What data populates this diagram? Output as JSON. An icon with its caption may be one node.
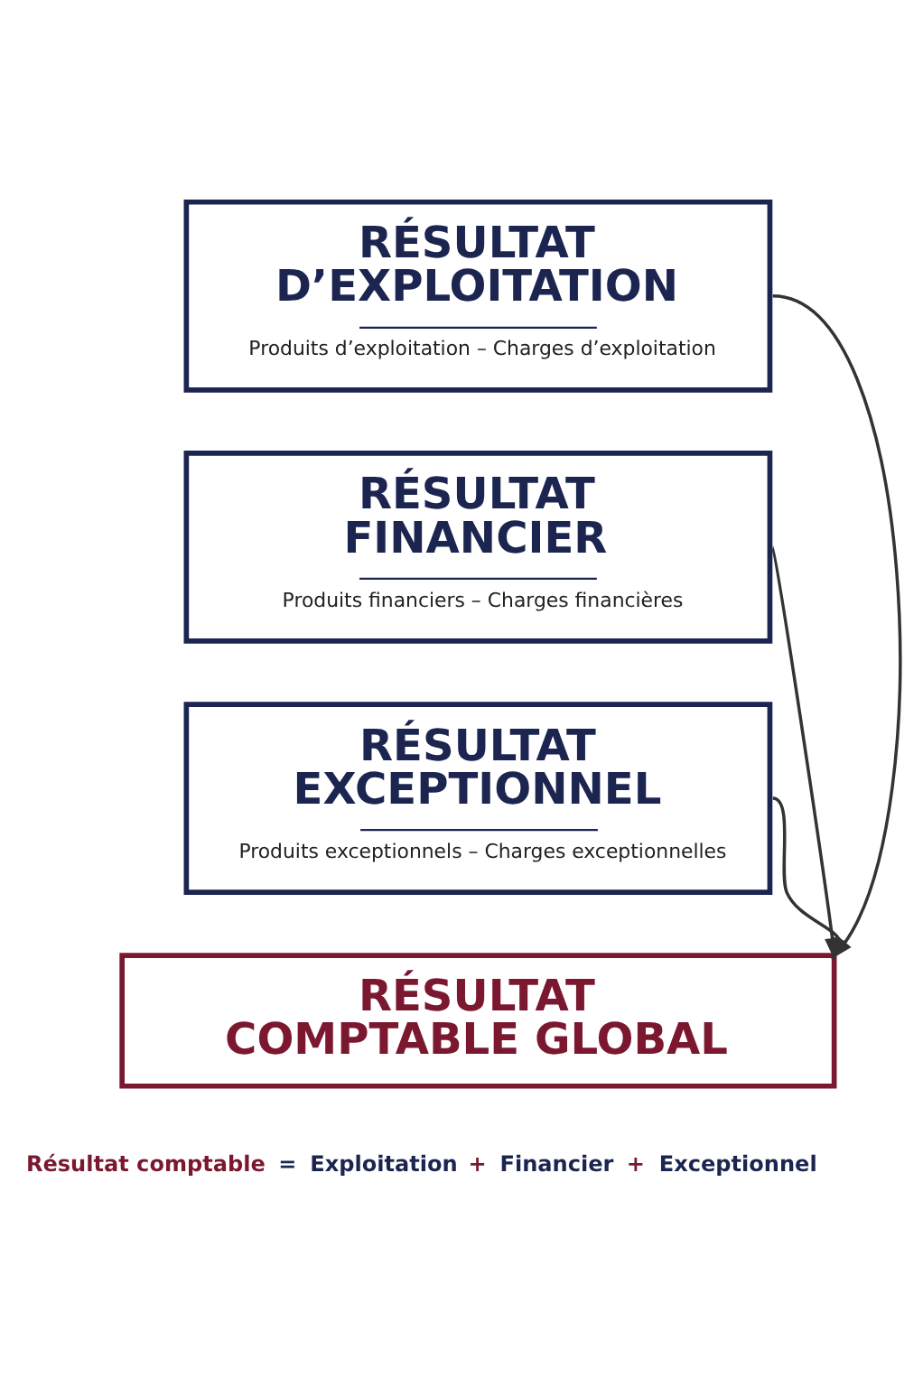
{
  "diagram": {
    "nodes": [
      {
        "text": [
          "RÉSULTAT D’EXPLOITATION",
          "Produits d’exploitation – Charges d’exploitation"
        ]
      },
      {
        "text": [
          "RÉSULTAT FINANCIER",
          "Produits financiers – Charges financières"
        ]
      },
      {
        "text": [
          "RÉSULTAT EXCEPTIONNEL",
          "Produits exceptionnels – Charges exceptionnelles"
        ]
      },
      {
        "text": [
          "RÉSULTAT COMPTABLE GLOBAL"
        ]
      }
    ],
    "edges": [
      {
        "from": 0,
        "to": 3,
        "arrow": "to"
      },
      {
        "from": 1,
        "to": 3,
        "arrow": "to"
      },
      {
        "from": 2,
        "to": 3,
        "arrow": "to"
      }
    ],
    "labels": [
      "Résultat comptable",
      "=",
      "Exploitation",
      "+",
      "Financier",
      "+",
      "Exceptionnel"
    ]
  }
}
